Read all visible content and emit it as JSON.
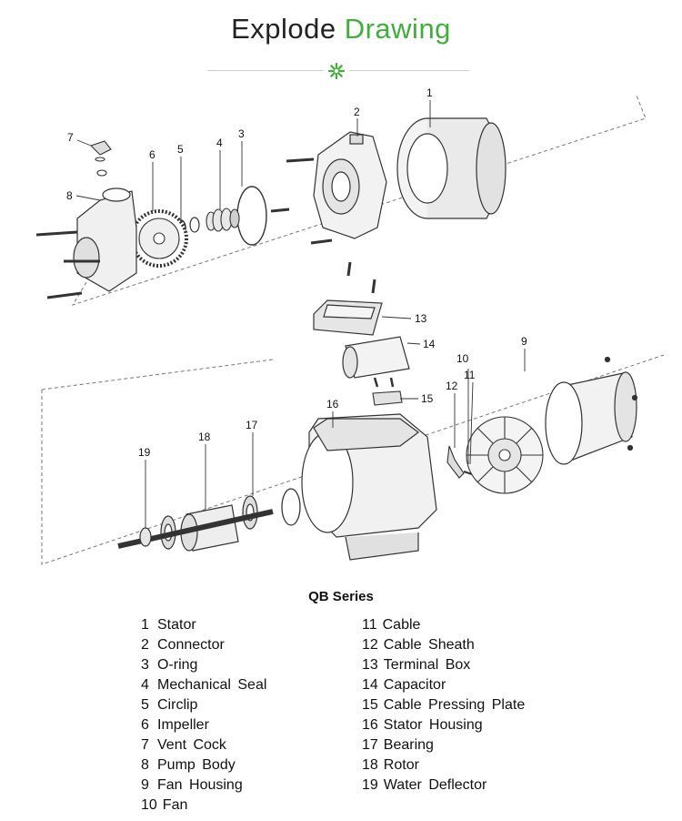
{
  "title": {
    "word1": "Explode",
    "word2": "Drawing"
  },
  "colors": {
    "accent": "#3fae3a",
    "ink": "#222222",
    "line": "#555555"
  },
  "diagram": {
    "callouts": [
      "1",
      "2",
      "3",
      "4",
      "5",
      "6",
      "7",
      "8",
      "9",
      "10",
      "11",
      "12",
      "13",
      "14",
      "15",
      "16",
      "17",
      "18",
      "19"
    ]
  },
  "series_label": "QB Series",
  "legend": {
    "left": [
      {
        "num": "1",
        "name": "Stator"
      },
      {
        "num": "2",
        "name": "Connector"
      },
      {
        "num": "3",
        "name": "O-ring"
      },
      {
        "num": "4",
        "name": "Mechanical Seal"
      },
      {
        "num": "5",
        "name": "Circlip"
      },
      {
        "num": "6",
        "name": "Impeller"
      },
      {
        "num": "7",
        "name": "Vent Cock"
      },
      {
        "num": "8",
        "name": "Pump Body"
      },
      {
        "num": "9",
        "name": "Fan Housing"
      },
      {
        "num": "10",
        "name": "Fan"
      }
    ],
    "right": [
      {
        "num": "11",
        "name": "Cable"
      },
      {
        "num": "12",
        "name": "Cable Sheath"
      },
      {
        "num": "13",
        "name": "Terminal Box"
      },
      {
        "num": "14",
        "name": "Capacitor"
      },
      {
        "num": "15",
        "name": "Cable Pressing Plate"
      },
      {
        "num": "16",
        "name": "Stator Housing"
      },
      {
        "num": "17",
        "name": "Bearing"
      },
      {
        "num": "18",
        "name": "Rotor"
      },
      {
        "num": "19",
        "name": "Water Deflector"
      }
    ]
  }
}
